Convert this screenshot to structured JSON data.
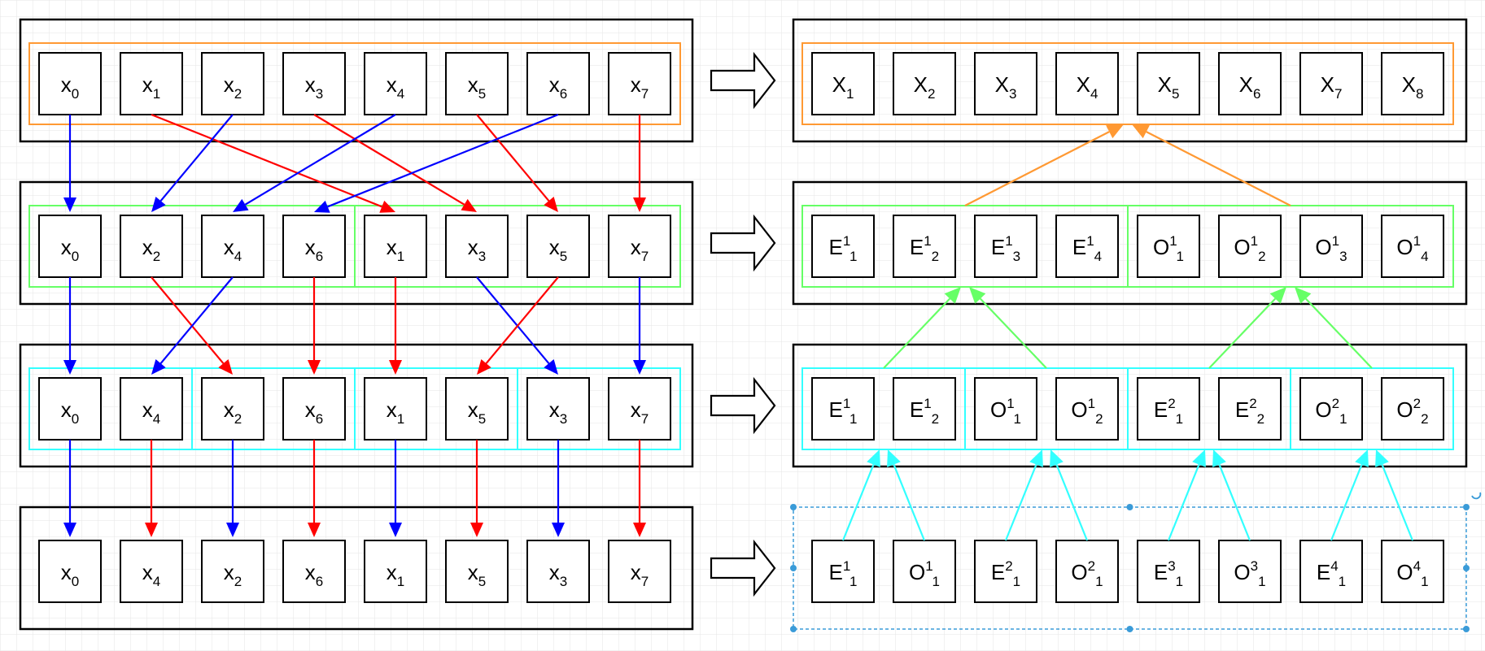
{
  "colors": {
    "canvas_grid": "#e6e6e6",
    "stage_border": "#000000",
    "cell_border": "#000000",
    "blue": "#0000ff",
    "red": "#ff0000",
    "orange": "#ff9933",
    "green": "#66ff66",
    "cyan": "#33ffff",
    "selection": "#3a9bd8"
  },
  "left": {
    "rows": [
      [
        "x0",
        "x1",
        "x2",
        "x3",
        "x4",
        "x5",
        "x6",
        "x7"
      ],
      [
        "x0",
        "x2",
        "x4",
        "x6",
        "x1",
        "x3",
        "x5",
        "x7"
      ],
      [
        "x0",
        "x4",
        "x2",
        "x6",
        "x1",
        "x5",
        "x3",
        "x7"
      ],
      [
        "x0",
        "x4",
        "x2",
        "x6",
        "x1",
        "x5",
        "x3",
        "x7"
      ]
    ],
    "group_sizes": [
      8,
      4,
      2,
      null
    ],
    "group_colors": [
      "orange",
      "green",
      "cyan",
      null
    ],
    "arrows": [
      [
        {
          "from": 0,
          "to": 0,
          "color": "blue"
        },
        {
          "from": 1,
          "to": 4,
          "color": "red"
        },
        {
          "from": 2,
          "to": 1,
          "color": "blue"
        },
        {
          "from": 3,
          "to": 5,
          "color": "red"
        },
        {
          "from": 4,
          "to": 2,
          "color": "blue"
        },
        {
          "from": 5,
          "to": 6,
          "color": "red"
        },
        {
          "from": 6,
          "to": 3,
          "color": "blue"
        },
        {
          "from": 7,
          "to": 7,
          "color": "red"
        }
      ],
      [
        {
          "from": 0,
          "to": 0,
          "color": "blue"
        },
        {
          "from": 1,
          "to": 2,
          "color": "red"
        },
        {
          "from": 2,
          "to": 1,
          "color": "blue"
        },
        {
          "from": 3,
          "to": 3,
          "color": "red"
        },
        {
          "from": 4,
          "to": 4,
          "color": "red"
        },
        {
          "from": 5,
          "to": 6,
          "color": "blue"
        },
        {
          "from": 6,
          "to": 5,
          "color": "red"
        },
        {
          "from": 7,
          "to": 7,
          "color": "blue"
        }
      ],
      [
        {
          "from": 0,
          "to": 0,
          "color": "blue"
        },
        {
          "from": 1,
          "to": 1,
          "color": "red"
        },
        {
          "from": 2,
          "to": 2,
          "color": "blue"
        },
        {
          "from": 3,
          "to": 3,
          "color": "red"
        },
        {
          "from": 4,
          "to": 4,
          "color": "blue"
        },
        {
          "from": 5,
          "to": 5,
          "color": "red"
        },
        {
          "from": 6,
          "to": 6,
          "color": "blue"
        },
        {
          "from": 7,
          "to": 7,
          "color": "red"
        }
      ]
    ]
  },
  "right": {
    "rows": [
      [
        "X1",
        "X2",
        "X3",
        "X4",
        "X5",
        "X6",
        "X7",
        "X8"
      ],
      [
        "E1_1",
        "E1_2",
        "E1_3",
        "E1_4",
        "O1_1",
        "O1_2",
        "O1_3",
        "O1_4"
      ],
      [
        "E1_1",
        "E1_2",
        "O1_1",
        "O1_2",
        "E2_1",
        "E2_2",
        "O2_1",
        "O2_2"
      ],
      [
        "E1_1",
        "O1_1",
        "E2_1",
        "O2_1",
        "E3_1",
        "O3_1",
        "E4_1",
        "O4_1"
      ]
    ],
    "group_sizes": [
      8,
      4,
      2,
      null
    ],
    "group_colors": [
      "orange",
      "green",
      "cyan",
      null
    ],
    "merges": [
      {
        "color": "orange",
        "group_size": 8
      },
      {
        "color": "green",
        "group_size": 4
      },
      {
        "color": "cyan",
        "group_size": 2
      }
    ],
    "selected_row": 3
  }
}
